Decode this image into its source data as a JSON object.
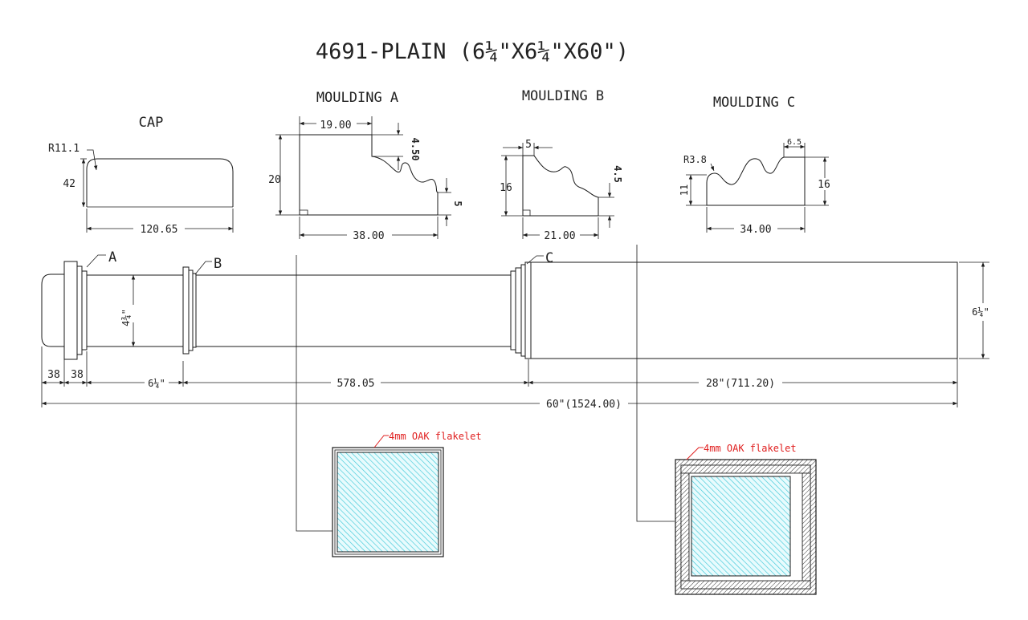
{
  "title": "4691-PLAIN (6¼\"X6¼\"X60\")",
  "profiles": {
    "cap": {
      "label": "CAP",
      "radius": "R11.1",
      "height": "42",
      "width": "120.65"
    },
    "moulding_a": {
      "label": "MOULDING A",
      "top": "19.00",
      "step": "4.50",
      "height": "20",
      "tail": "5",
      "width": "38.00"
    },
    "moulding_b": {
      "label": "MOULDING B",
      "top": "5",
      "height": "16",
      "step": "4.5",
      "width": "21.00"
    },
    "moulding_c": {
      "label": "MOULDING C",
      "radius": "R3.8",
      "top": "6.5",
      "left_h": "11",
      "height": "16",
      "width": "34.00"
    }
  },
  "elevation": {
    "callouts": {
      "a": "A",
      "b": "B",
      "c": "C"
    },
    "shaft_dia": "4¾\"",
    "block_size": "6¼\"",
    "dims": {
      "d1": "38",
      "d2": "38",
      "d3": "6¼\"",
      "d4": "578.05",
      "d5": "28\"(711.20)",
      "total": "60\"(1524.00)"
    }
  },
  "sections": {
    "left_label": "4mm OAK flakelet",
    "right_label": "4mm OAK flakelet"
  },
  "colors": {
    "hatch": "#3ec8d8",
    "annotation": "#e02020",
    "line": "#1a1a1a"
  }
}
